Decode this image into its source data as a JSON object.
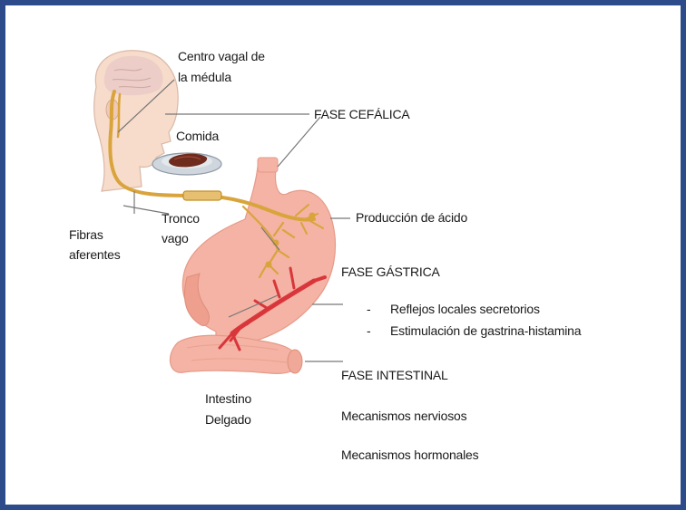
{
  "labels": {
    "centro_vagal": [
      "Centro vagal  de",
      "la médula"
    ],
    "comida": "Comida",
    "fase_cefalica": "FASE CEFÁLICA",
    "fibras_aferentes": [
      "Fibras",
      "aferentes"
    ],
    "tronco_vago": [
      "Tronco",
      "vago"
    ],
    "produccion_acido": "Producción de ácido",
    "fase_gastrica": "FASE GÁSTRICA",
    "gastrica_items": [
      "Reflejos locales secretorios",
      "Estimulación de gastrina-histamina"
    ],
    "bullet_char": "-",
    "intestino_delgado": [
      "Intestino",
      "Delgado"
    ],
    "fase_intestinal": "FASE INTESTINAL",
    "mecanismos_nerviosos": "Mecanismos nerviosos",
    "mecanismos_hormonales": "Mecanismos hormonales"
  },
  "colors": {
    "border": "#2d4a8a",
    "nerve": "#d9a43c",
    "stomach": "#f4b3a4",
    "artery": "#d9363b",
    "head": "#f7dccb",
    "leader": "#777777"
  }
}
